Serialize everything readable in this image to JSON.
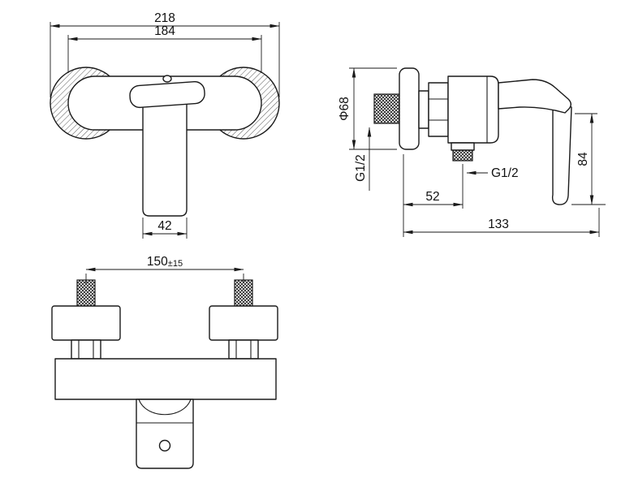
{
  "front_view": {
    "overall_width": "218",
    "body_width": "184",
    "spout_width": "42"
  },
  "side_view": {
    "flange_diameter": "Φ68",
    "inlet_thread": "G1/2",
    "outlet_thread": "G1/2",
    "outlet_offset": "52",
    "overall_depth": "133",
    "handle_height": "84"
  },
  "bottom_view": {
    "hole_spacing": "150",
    "hole_spacing_tolerance": "±15"
  },
  "colors": {
    "line": "#1a1a1a",
    "background": "#ffffff"
  }
}
